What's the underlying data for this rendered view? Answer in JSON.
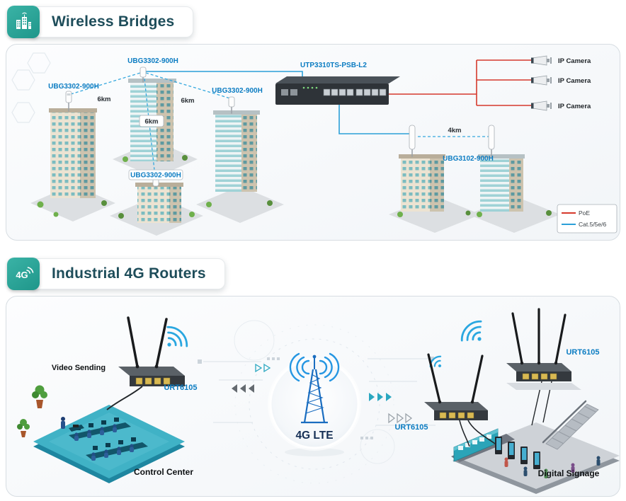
{
  "colors": {
    "accent_teal": "#2ca89b",
    "device_label_blue": "#0b7cc2",
    "wifi_blue": "#2aa7e0"
  },
  "wireless": {
    "title": "Wireless Bridges",
    "bridge_labels": [
      "UBG3302-900H",
      "UBG3302-900H",
      "UBG3302-900H",
      "UBG3302-900H"
    ],
    "switch_label": "UTP3310TS-PSB-L2",
    "camera_labels": [
      "IP Camera",
      "IP Camera",
      "IP Camera"
    ],
    "distances": {
      "left": "6km",
      "middle": "6km",
      "right": "6km",
      "bottom": "4km"
    },
    "outdoor_bridge_label": "UBG3102-900H",
    "legend": {
      "poe_label": "PoE",
      "poe_color": "#d6392c",
      "cat_label": "Cat.5/5e/6",
      "cat_color": "#2b9fd8"
    }
  },
  "industrial": {
    "badge": "4G",
    "title": "Industrial 4G Routers",
    "video_sending_label": "Video Sending",
    "router_left_label": "URT6105",
    "router_top_right_label": "URT6105",
    "router_mid_label": "URT6105",
    "lte_label": "4G LTE",
    "control_center_caption": "Control Center",
    "digital_signage_caption": "Digital Signage"
  }
}
